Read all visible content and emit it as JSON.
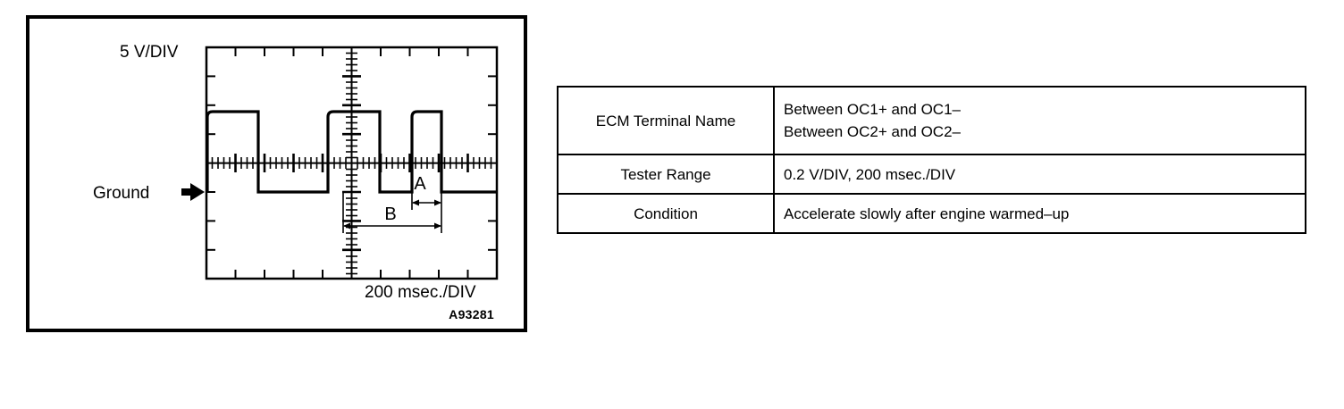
{
  "figure": {
    "reference_code": "A93281",
    "vertical_scale_label": "5 V/DIV",
    "horizontal_scale_label": "200 msec./DIV",
    "ground_label": "Ground",
    "measure_a_label": "A",
    "measure_b_label": "B"
  },
  "chart_data": {
    "type": "line",
    "title": "",
    "xlabel": "200 msec./DIV",
    "ylabel": "5 V/DIV",
    "grid": true,
    "grid_divisions_x": 10,
    "grid_divisions_y": 8,
    "xlim": [
      0,
      10
    ],
    "ylim": [
      -4,
      4
    ],
    "annotations": [
      {
        "label": "Ground",
        "type": "axis-pointer",
        "y_div": -1
      },
      {
        "label": "A",
        "type": "span",
        "description": "pulse width of third pulse"
      },
      {
        "label": "B",
        "type": "span",
        "description": "pulse period"
      }
    ],
    "series": [
      {
        "name": "OC signal",
        "description": "Square wave referenced to ground line, low = ground, high = approx 2 divisions above ground",
        "x": [
          0.0,
          0.0,
          1.15,
          1.15,
          1.15,
          3.8,
          3.8,
          3.8,
          5.0,
          5.0,
          5.0,
          6.8,
          6.8,
          6.8,
          7.9,
          7.9,
          10.0
        ],
        "y": [
          -1.0,
          1.0,
          1.0,
          1.0,
          -1.0,
          -1.0,
          -1.0,
          1.0,
          1.0,
          1.0,
          -1.0,
          -1.0,
          -1.0,
          1.0,
          1.0,
          -1.0,
          -1.0
        ]
      }
    ]
  },
  "spec_table": {
    "rows": [
      {
        "label": "ECM Terminal Name",
        "values": [
          "Between OC1+ and OC1–",
          "Between OC2+ and OC2–"
        ]
      },
      {
        "label": "Tester Range",
        "values": [
          "0.2 V/DIV, 200 msec./DIV"
        ]
      },
      {
        "label": "Condition",
        "values": [
          "Accelerate slowly after engine warmed–up"
        ]
      }
    ]
  }
}
